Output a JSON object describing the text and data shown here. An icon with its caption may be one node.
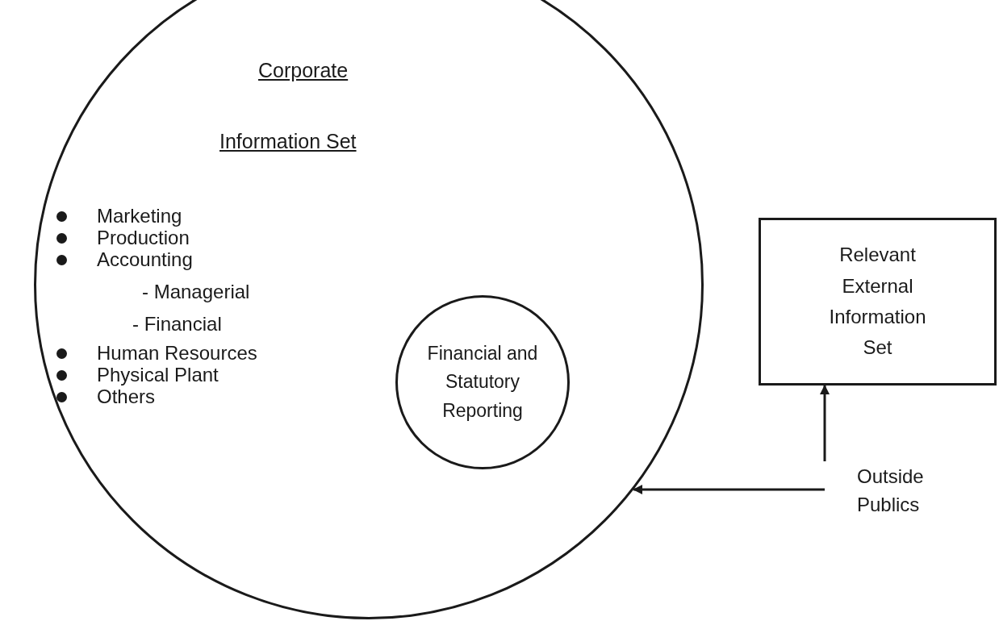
{
  "diagram": {
    "nodes": [
      {
        "text": [
          "Corporate",
          "Information Set",
          "Marketing",
          "Production",
          "Accounting",
          "- Managerial",
          "- Financial",
          "Human Resources",
          "Physical Plant",
          "Others"
        ]
      },
      {
        "text": [
          "Financial and Statutory Reporting"
        ],
        "in": 0
      },
      {
        "text": [
          "Relevant External Information Set"
        ]
      },
      {
        "text": [
          "Outside Publics"
        ]
      }
    ],
    "edges": [
      {
        "from": 3,
        "to": 2,
        "arrow": "to"
      },
      {
        "from": 3,
        "to": 0,
        "arrow": "to"
      }
    ]
  }
}
